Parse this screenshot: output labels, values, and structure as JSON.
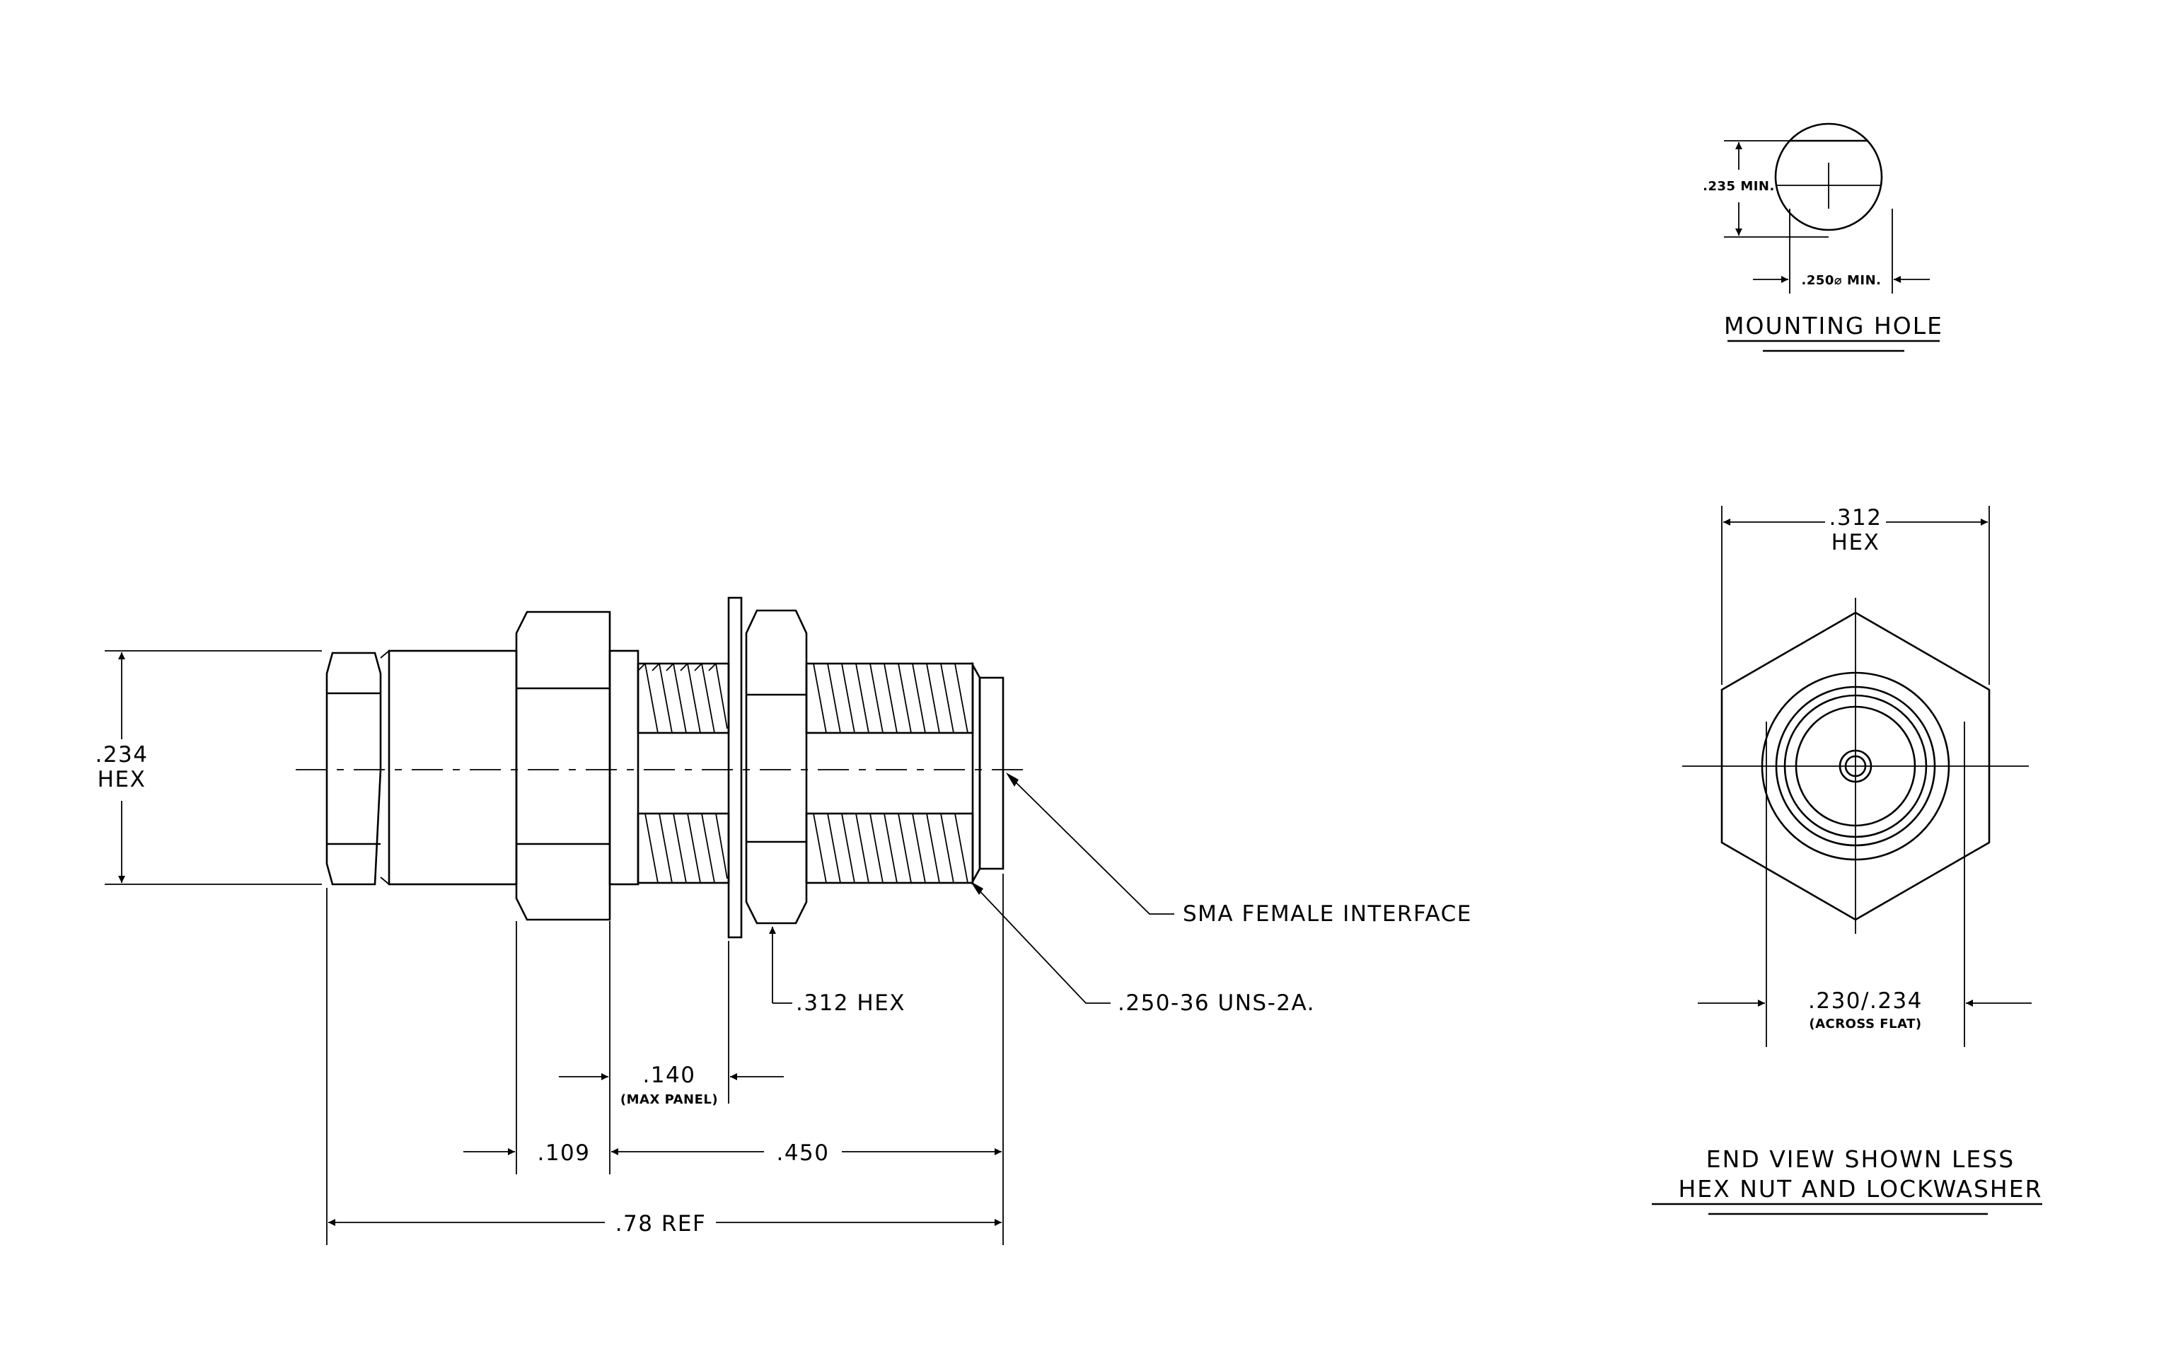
{
  "side_view": {
    "hex_body_dim": ".234",
    "hex_body_dim_sub": "HEX",
    "nut_callout": ".312 HEX",
    "thread_callout": ".250-36 UNS-2A.",
    "interface_callout": "SMA FEMALE INTERFACE",
    "panel_dim": ".140",
    "panel_dim_sub": "(MAX PANEL)",
    "front_dim": ".109",
    "thread_len_dim": ".450",
    "overall_dim": ".78 REF"
  },
  "mounting_hole": {
    "height_dim": ".235 MIN.",
    "dia_dim": ".250⌀ MIN.",
    "title": "MOUNTING HOLE"
  },
  "end_view": {
    "hex_dim": ".312",
    "hex_dim_sub": "HEX",
    "flat_dim": ".230/.234",
    "flat_dim_sub": "(ACROSS FLAT)",
    "title_line1": "END VIEW SHOWN LESS",
    "title_line2": "HEX NUT AND LOCKWASHER"
  }
}
